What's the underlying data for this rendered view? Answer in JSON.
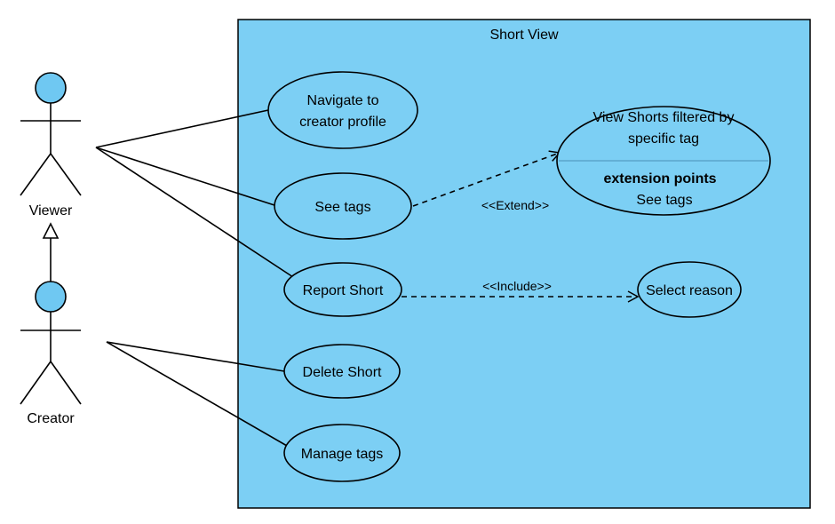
{
  "system": {
    "title": "Short View"
  },
  "actors": {
    "viewer": {
      "name": "Viewer"
    },
    "creator": {
      "name": "Creator"
    }
  },
  "use_cases": {
    "navigate": {
      "line1": "Navigate to",
      "line2": "creator profile"
    },
    "see_tags": {
      "label": "See tags"
    },
    "report": {
      "label": "Report Short"
    },
    "delete": {
      "label": "Delete Short"
    },
    "manage": {
      "label": "Manage tags"
    },
    "view_filtered": {
      "line1": "View Shorts filtered by",
      "line2": "specific tag",
      "ext_heading": "extension points",
      "ext_point": "See tags"
    },
    "select_reason": {
      "label": "Select reason"
    }
  },
  "relations": {
    "extend": "<<Extend>>",
    "include": "<<Include>>"
  },
  "colors": {
    "system_fill": "#7ccff4",
    "use_case_fill": "#7ccff4",
    "actor_head_fill": "#6fc8f2",
    "line": "#000000",
    "separator": "#4a90b8"
  }
}
